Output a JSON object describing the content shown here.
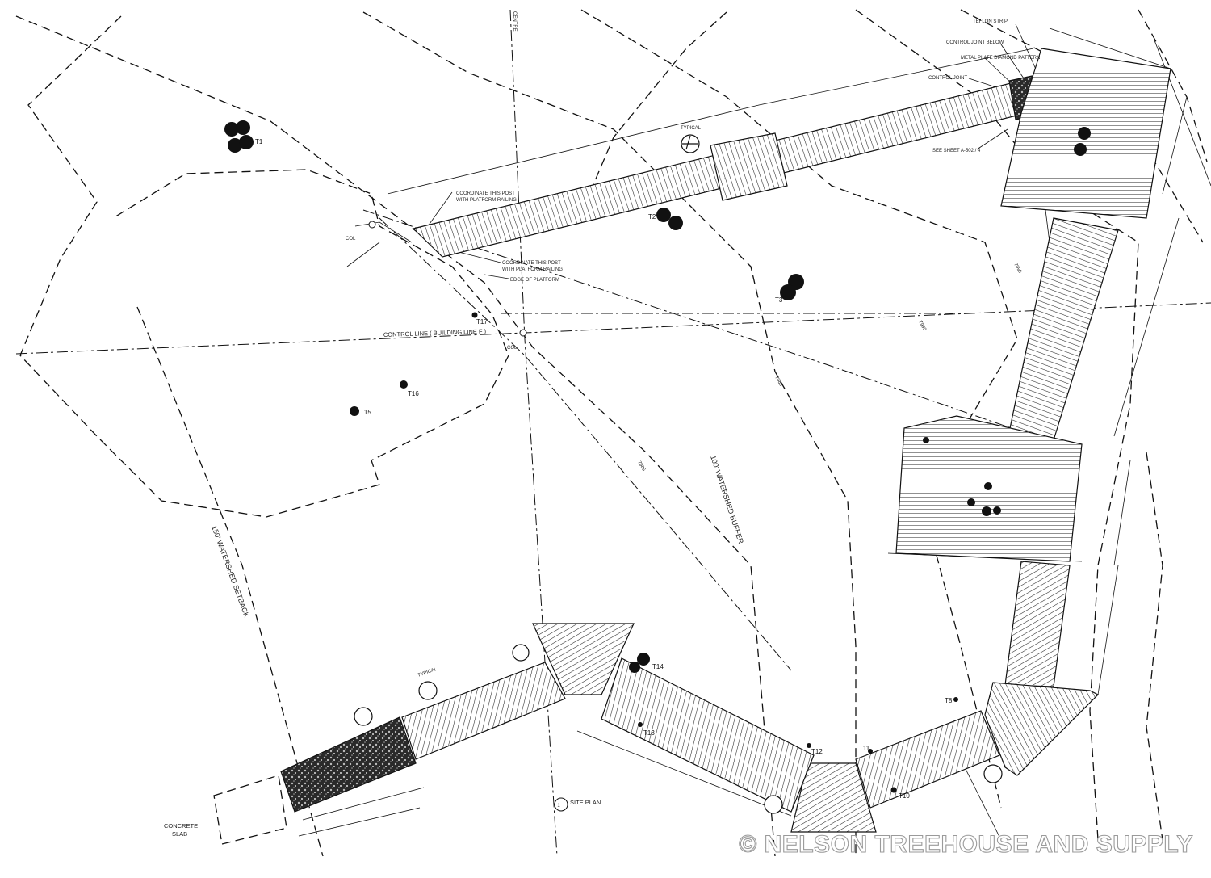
{
  "drawing": {
    "labels": {
      "teflon_strip": "TEFLON STRIP",
      "control_joint_below": "CONTROL JOINT BELOW",
      "metal_plate": "METAL PLATE DIAMOND PATTERN",
      "control_joint": "CONTROL JOINT",
      "see_sheet": "SEE SHEET A-502 / 4",
      "coordinate_post_1": "COORDINATE THIS POST",
      "coordinate_post_1b": "WITH PLATFORM RAILING",
      "coordinate_post_2": "COORDINATE THIS POST",
      "coordinate_post_2b": "WITH PLATFORM RAILING",
      "edge_of_platform": "EDGE OF PLATFORM",
      "control_line": "CONTROL LINE ( BUILDING LINE F )",
      "col_1": "COL",
      "col_2": "COL",
      "watershed_buffer": "100' WATERSHED BUFFER",
      "watershed_setback": "150' WATERSHED SETBACK",
      "concrete_slab_1": "CONCRETE",
      "concrete_slab_2": "SLAB",
      "site_plan": "SITE PLAN",
      "site_plan_num": "1",
      "typical_1": "TYPICAL",
      "typical_2": "TYPICAL",
      "centre": "CENTRE",
      "contour_1": "7985",
      "contour_2": "7990",
      "contour_3": "7995",
      "contour_4": "7985"
    },
    "trees": [
      {
        "id": "T1",
        "label": "T1"
      },
      {
        "id": "T2",
        "label": "T2"
      },
      {
        "id": "T3",
        "label": "T3"
      },
      {
        "id": "T8",
        "label": "T8"
      },
      {
        "id": "T10",
        "label": "T10"
      },
      {
        "id": "T11",
        "label": "T11"
      },
      {
        "id": "T12",
        "label": "T12"
      },
      {
        "id": "T13",
        "label": "T13"
      },
      {
        "id": "T14",
        "label": "T14"
      },
      {
        "id": "T15",
        "label": "T15"
      },
      {
        "id": "T16",
        "label": "T16"
      },
      {
        "id": "T17",
        "label": "T17"
      }
    ],
    "watermark": "© NELSON TREEHOUSE AND SUPPLY"
  }
}
